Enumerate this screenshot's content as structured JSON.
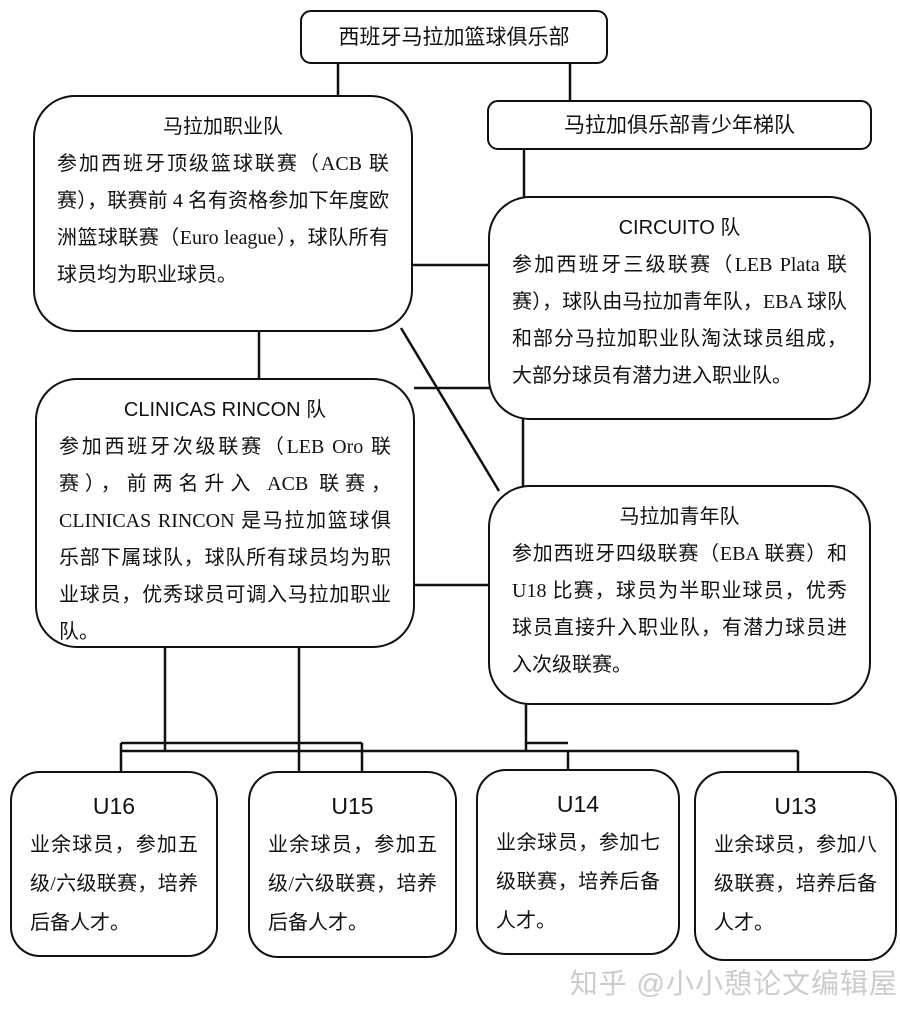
{
  "diagram": {
    "root": {
      "title": "西班牙马拉加篮球俱乐部"
    },
    "nodes": {
      "pro": {
        "title": "马拉加职业队",
        "body": "参加西班牙顶级篮球联赛（ACB 联赛），联赛前 4 名有资格参加下年度欧洲篮球联赛（Euro league），球队所有球员均为职业球员。"
      },
      "ladder": {
        "title": "马拉加俱乐部青少年梯队"
      },
      "circuito": {
        "title": "CIRCUITO 队",
        "body": "参加西班牙三级联赛（LEB Plata 联赛），球队由马拉加青年队，EBA 球队和部分马拉加职业队淘汰球员组成，大部分球员有潜力进入职业队。"
      },
      "clinicas": {
        "title": "CLINICAS RINCON 队",
        "body": "参加西班牙次级联赛（LEB Oro 联赛），前两名升入 ACB 联赛，CLINICAS RINCON 是马拉加篮球俱乐部下属球队，球队所有球员均为职业球员，优秀球员可调入马拉加职业队。"
      },
      "youth": {
        "title": "马拉加青年队",
        "body": "参加西班牙四级联赛（EBA 联赛）和 U18 比赛，球员为半职业球员，优秀球员直接升入职业队，有潜力球员进入次级联赛。"
      },
      "u16": {
        "title": "U16",
        "body": "业余球员，参加五级/六级联赛，培养后备人才。"
      },
      "u15": {
        "title": "U15",
        "body": "业余球员，参加五级/六级联赛，培养后备人才。"
      },
      "u14": {
        "title": "U14",
        "body": "业余球员，参加七级联赛，培养后备人才。"
      },
      "u13": {
        "title": "U13",
        "body": "业余球员，参加八级联赛，培养后备人才。"
      }
    },
    "watermark": "知乎 @小小憩论文编辑屋",
    "colors": {
      "line": "#111111",
      "background": "#ffffff",
      "watermark": "#cccccc"
    }
  }
}
